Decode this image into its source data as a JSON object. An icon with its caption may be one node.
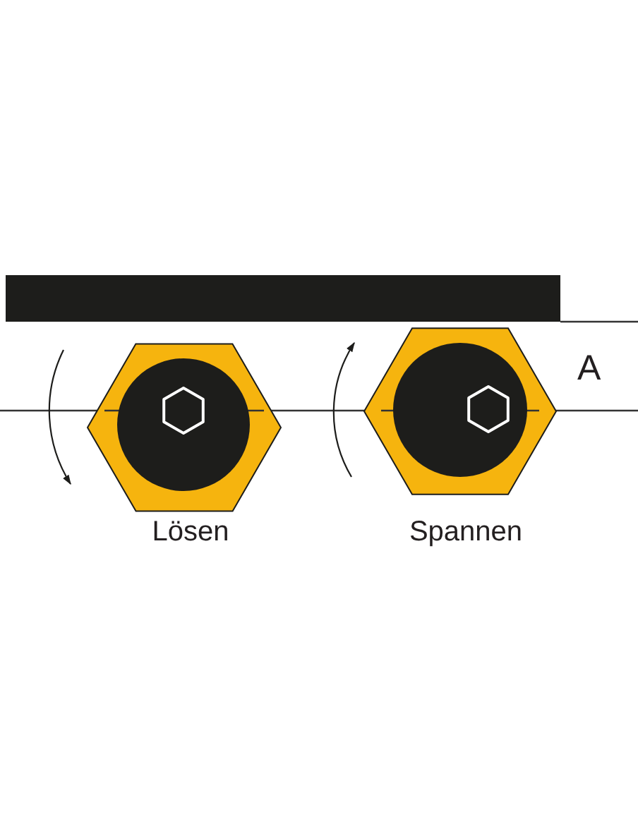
{
  "diagram": {
    "nodes": [
      {
        "text": [],
        "shape": "bar"
      }
    ],
    "labels": [
      "A",
      "Lösen",
      "Spannen"
    ]
  }
}
